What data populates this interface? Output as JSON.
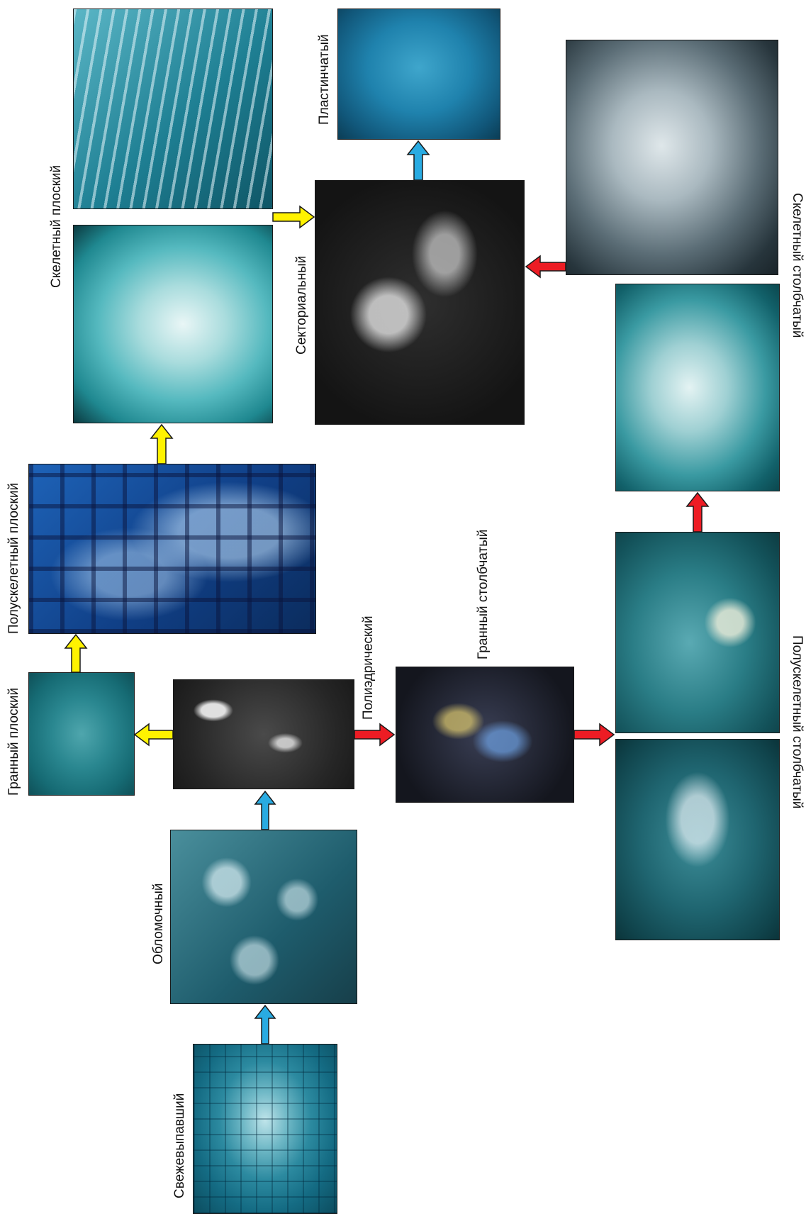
{
  "labels": {
    "fresh": "Свежевыпавший",
    "fragmented": "Обломочный",
    "polyhedral": "Полиэдрический",
    "faceted_flat": "Гранный плоский",
    "semi_skeletal_flat": "Полускелетный плоский",
    "skeletal_flat": "Скелетный плоский",
    "sectorial": "Секториальный",
    "plate": "Пластинчатый",
    "faceted_columnar": "Гранный столбчатый",
    "semi_skeletal_columnar": "Полускелетный столбчатый",
    "skeletal_columnar": "Скелетный столбчатый"
  },
  "colors": {
    "blue_arrow": "#29abe2",
    "yellow_arrow": "#fff200",
    "red_arrow": "#ed1c24",
    "arrow_outline": "#1a1a1a"
  }
}
